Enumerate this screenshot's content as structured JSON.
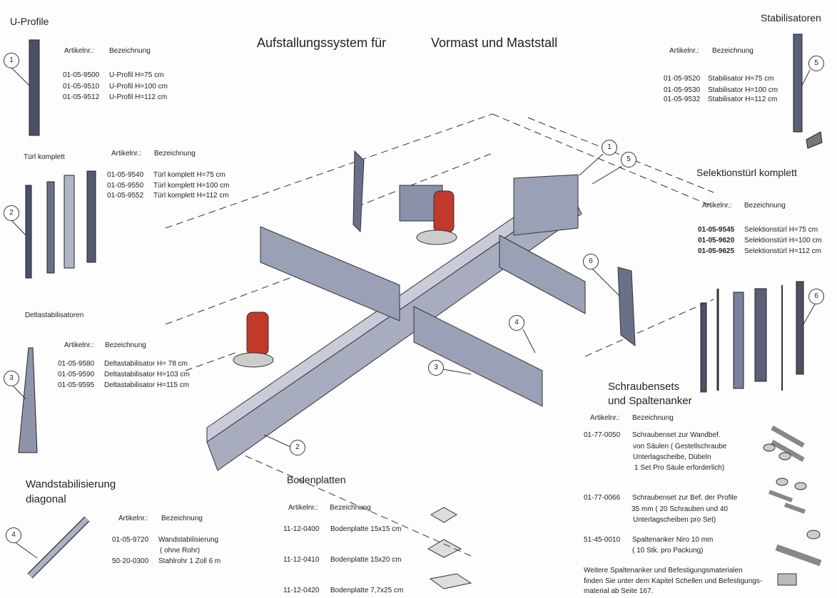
{
  "title": {
    "left": "Aufstallungssystem für",
    "right": "Vormast und Maststall"
  },
  "col": {
    "art": "Artikelnr.:",
    "bez": "Bezeichnung"
  },
  "uprofile": {
    "heading": "U-Profile",
    "callout": "1",
    "rows": [
      {
        "code": "01-05-9500",
        "name": "U-Profil H=75 cm"
      },
      {
        "code": "01-05-9510",
        "name": "U-Profil H=100 cm"
      },
      {
        "code": "01-05-9512",
        "name": "U-Profil H=112 cm"
      }
    ]
  },
  "stabilisatoren": {
    "heading": "Stabilisatoren",
    "callout": "5",
    "rows": [
      {
        "code": "01-05-9520",
        "name": "Stabilisator H=75 cm"
      },
      {
        "code": "01-05-9530",
        "name": "Stabilisator H=100 cm"
      },
      {
        "code": "01-05-9532",
        "name": "Stabilisator H=112 cm"
      }
    ]
  },
  "tuerl": {
    "heading": "Türl komplett",
    "callout": "2",
    "rows": [
      {
        "code": "01-05-9540",
        "name": "Türl komplett H=75 cm"
      },
      {
        "code": "01-05-9550",
        "name": "Türl komplett H=100 cm"
      },
      {
        "code": "01-05-9552",
        "name": "Türl komplett H=112 cm"
      }
    ]
  },
  "selektion": {
    "heading": "Selektionstürl komplett",
    "callout": "6",
    "rows": [
      {
        "code": "01-05-9545",
        "name": "Selektionstürl H=75 cm"
      },
      {
        "code": "01-05-9620",
        "name": "Selektionstürl H=100 cm"
      },
      {
        "code": "01-05-9625",
        "name": "Selektionstürl H=112 cm"
      }
    ]
  },
  "delta": {
    "heading": "Deltastabilisatoren",
    "callout": "3",
    "rows": [
      {
        "code": "01-05-9580",
        "name": "Deltastabilisator H= 78 cm"
      },
      {
        "code": "01-05-9590",
        "name": "Deltastabilisator H=103 cm"
      },
      {
        "code": "01-05-9595",
        "name": "Deltastabilisator H=115 cm"
      }
    ]
  },
  "wand": {
    "heading1": "Wandstabilisierung",
    "heading2": "diagonal",
    "callout": "4",
    "rows": [
      {
        "code": "01-05-9720",
        "name": "Wandstabilisierung"
      },
      {
        "code": "",
        "name": "( ohne Rohr)"
      },
      {
        "code": "50-20-0300",
        "name": "Stahlrohr 1 Zoll 6 m"
      }
    ]
  },
  "boden": {
    "heading": "Bodenplatten",
    "rows": [
      {
        "code": "11-12-0400",
        "name": "Bodenplatte 15x15 cm"
      },
      {
        "code": "11-12-0410",
        "name": "Bodenplatte 15x20 cm"
      },
      {
        "code": "11-12-0420",
        "name": "Bodenplatte 7,7x25 cm"
      }
    ]
  },
  "schrauben": {
    "heading1": "Schraubensets",
    "heading2": "und Spaltenanker",
    "rows": [
      {
        "code": "01-77-0050",
        "lines": [
          "Schraubenset zur Wandbef.",
          "von Säulen  ( Gestellschraube",
          "Unterlagscheibe, Dübeln",
          "1 Set Pro Säule erforderlich)"
        ]
      },
      {
        "code": "01-77-0066",
        "lines": [
          "Schraubenset zur Bef. der Profile",
          "35 mm  ( 20 Schrauben und 40",
          "Unterlagscheiben pro Set)"
        ]
      },
      {
        "code": "51-45-0010",
        "lines": [
          "Spaltenanker Niro 10 mm",
          "( 10 Stk. pro Packung)"
        ]
      }
    ],
    "footer": [
      "Weitere Spaltenanker und Befestigungsmaterialen",
      "finden Sie unter dem Kapitel Schellen und Befestigungs-",
      "material ab Seite 167."
    ]
  },
  "diagram_callouts": [
    "1",
    "5",
    "6",
    "4",
    "3",
    "2"
  ]
}
